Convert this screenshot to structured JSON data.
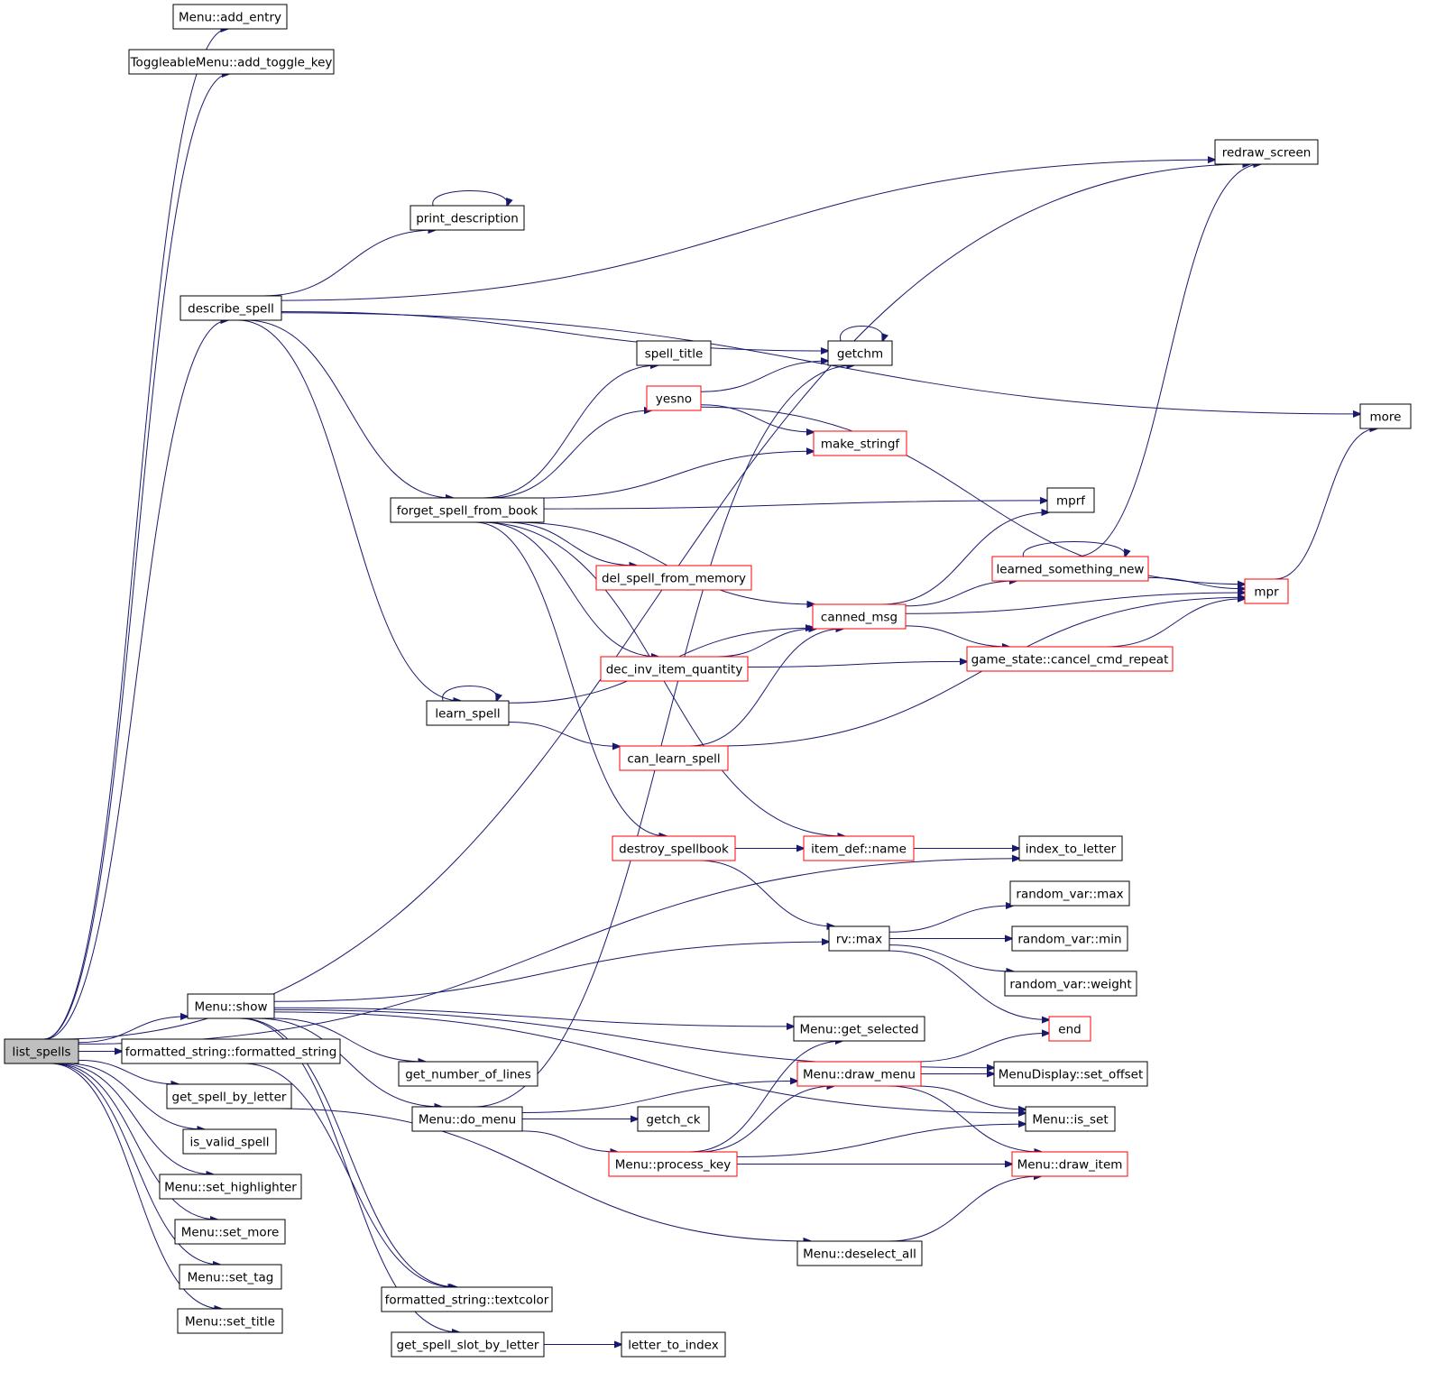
{
  "colors": {
    "edge": "#191970",
    "normal_border": "#000000",
    "linked_border": "#ff0000",
    "root_fill": "#bfbfbf",
    "background": "#ffffff"
  },
  "nodes": [
    {
      "id": "list_spells",
      "label": "list_spells",
      "style": "root"
    },
    {
      "id": "add_entry",
      "label": "Menu::add_entry",
      "style": "normal"
    },
    {
      "id": "add_toggle_key",
      "label": "ToggleableMenu::add_toggle_key",
      "style": "normal"
    },
    {
      "id": "redraw_screen",
      "label": "redraw_screen",
      "style": "normal"
    },
    {
      "id": "print_description",
      "label": "print_description",
      "style": "normal"
    },
    {
      "id": "describe_spell",
      "label": "describe_spell",
      "style": "normal"
    },
    {
      "id": "spell_title",
      "label": "spell_title",
      "style": "normal"
    },
    {
      "id": "getchm",
      "label": "getchm",
      "style": "normal"
    },
    {
      "id": "yesno",
      "label": "yesno",
      "style": "linked"
    },
    {
      "id": "more",
      "label": "more",
      "style": "normal"
    },
    {
      "id": "make_stringf",
      "label": "make_stringf",
      "style": "linked"
    },
    {
      "id": "forget_spell_from_book",
      "label": "forget_spell_from_book",
      "style": "normal"
    },
    {
      "id": "mprf",
      "label": "mprf",
      "style": "normal"
    },
    {
      "id": "del_spell_from_memory",
      "label": "del_spell_from_memory",
      "style": "linked"
    },
    {
      "id": "learned_something_new",
      "label": "learned_something_new",
      "style": "linked"
    },
    {
      "id": "mpr",
      "label": "mpr",
      "style": "linked"
    },
    {
      "id": "canned_msg",
      "label": "canned_msg",
      "style": "linked"
    },
    {
      "id": "dec_inv_item_quantity",
      "label": "dec_inv_item_quantity",
      "style": "linked"
    },
    {
      "id": "cancel_cmd_repeat",
      "label": "game_state::cancel_cmd_repeat",
      "style": "linked"
    },
    {
      "id": "learn_spell",
      "label": "learn_spell",
      "style": "normal"
    },
    {
      "id": "can_learn_spell",
      "label": "can_learn_spell",
      "style": "linked"
    },
    {
      "id": "destroy_spellbook",
      "label": "destroy_spellbook",
      "style": "linked"
    },
    {
      "id": "item_def_name",
      "label": "item_def::name",
      "style": "linked"
    },
    {
      "id": "index_to_letter",
      "label": "index_to_letter",
      "style": "normal"
    },
    {
      "id": "random_var_max",
      "label": "random_var::max",
      "style": "normal"
    },
    {
      "id": "rv_max",
      "label": "rv::max",
      "style": "normal"
    },
    {
      "id": "random_var_min",
      "label": "random_var::min",
      "style": "normal"
    },
    {
      "id": "random_var_weight",
      "label": "random_var::weight",
      "style": "normal"
    },
    {
      "id": "menu_show",
      "label": "Menu::show",
      "style": "normal"
    },
    {
      "id": "get_selected",
      "label": "Menu::get_selected",
      "style": "normal"
    },
    {
      "id": "end",
      "label": "end",
      "style": "linked"
    },
    {
      "id": "formatted_string_ctor",
      "label": "formatted_string::formatted_string",
      "style": "normal"
    },
    {
      "id": "get_number_of_lines",
      "label": "get_number_of_lines",
      "style": "normal"
    },
    {
      "id": "draw_menu",
      "label": "Menu::draw_menu",
      "style": "linked"
    },
    {
      "id": "set_offset",
      "label": "MenuDisplay::set_offset",
      "style": "normal"
    },
    {
      "id": "get_spell_by_letter",
      "label": "get_spell_by_letter",
      "style": "normal"
    },
    {
      "id": "do_menu",
      "label": "Menu::do_menu",
      "style": "normal"
    },
    {
      "id": "getch_ck",
      "label": "getch_ck",
      "style": "normal"
    },
    {
      "id": "is_set",
      "label": "Menu::is_set",
      "style": "normal"
    },
    {
      "id": "is_valid_spell",
      "label": "is_valid_spell",
      "style": "normal"
    },
    {
      "id": "process_key",
      "label": "Menu::process_key",
      "style": "linked"
    },
    {
      "id": "draw_item",
      "label": "Menu::draw_item",
      "style": "linked"
    },
    {
      "id": "set_highlighter",
      "label": "Menu::set_highlighter",
      "style": "normal"
    },
    {
      "id": "set_more",
      "label": "Menu::set_more",
      "style": "normal"
    },
    {
      "id": "deselect_all",
      "label": "Menu::deselect_all",
      "style": "normal"
    },
    {
      "id": "set_tag",
      "label": "Menu::set_tag",
      "style": "normal"
    },
    {
      "id": "textcolor",
      "label": "formatted_string::textcolor",
      "style": "normal"
    },
    {
      "id": "set_title",
      "label": "Menu::set_title",
      "style": "normal"
    },
    {
      "id": "get_spell_slot_by_letter",
      "label": "get_spell_slot_by_letter",
      "style": "normal"
    },
    {
      "id": "letter_to_index",
      "label": "letter_to_index",
      "style": "normal"
    }
  ],
  "edges": [
    [
      "list_spells",
      "add_entry"
    ],
    [
      "list_spells",
      "add_toggle_key"
    ],
    [
      "list_spells",
      "redraw_screen"
    ],
    [
      "list_spells",
      "describe_spell"
    ],
    [
      "list_spells",
      "index_to_letter"
    ],
    [
      "list_spells",
      "menu_show"
    ],
    [
      "list_spells",
      "formatted_string_ctor"
    ],
    [
      "list_spells",
      "get_spell_by_letter"
    ],
    [
      "list_spells",
      "is_valid_spell"
    ],
    [
      "list_spells",
      "set_highlighter"
    ],
    [
      "list_spells",
      "set_more"
    ],
    [
      "list_spells",
      "set_tag"
    ],
    [
      "list_spells",
      "set_title"
    ],
    [
      "describe_spell",
      "redraw_screen"
    ],
    [
      "describe_spell",
      "print_description"
    ],
    [
      "describe_spell",
      "more"
    ],
    [
      "describe_spell",
      "getchm"
    ],
    [
      "describe_spell",
      "forget_spell_from_book"
    ],
    [
      "describe_spell",
      "learn_spell"
    ],
    [
      "print_description",
      "print_description"
    ],
    [
      "getchm",
      "getchm"
    ],
    [
      "yesno",
      "getchm"
    ],
    [
      "yesno",
      "make_stringf"
    ],
    [
      "yesno",
      "mpr"
    ],
    [
      "forget_spell_from_book",
      "spell_title"
    ],
    [
      "forget_spell_from_book",
      "yesno"
    ],
    [
      "forget_spell_from_book",
      "make_stringf"
    ],
    [
      "forget_spell_from_book",
      "mprf"
    ],
    [
      "forget_spell_from_book",
      "del_spell_from_memory"
    ],
    [
      "forget_spell_from_book",
      "canned_msg"
    ],
    [
      "forget_spell_from_book",
      "dec_inv_item_quantity"
    ],
    [
      "forget_spell_from_book",
      "destroy_spellbook"
    ],
    [
      "forget_spell_from_book",
      "item_def_name"
    ],
    [
      "learned_something_new",
      "learned_something_new"
    ],
    [
      "learned_something_new",
      "redraw_screen"
    ],
    [
      "learned_something_new",
      "mpr"
    ],
    [
      "canned_msg",
      "mprf"
    ],
    [
      "canned_msg",
      "learned_something_new"
    ],
    [
      "canned_msg",
      "mpr"
    ],
    [
      "canned_msg",
      "cancel_cmd_repeat"
    ],
    [
      "cancel_cmd_repeat",
      "mpr"
    ],
    [
      "mpr",
      "more"
    ],
    [
      "dec_inv_item_quantity",
      "canned_msg"
    ],
    [
      "dec_inv_item_quantity",
      "cancel_cmd_repeat"
    ],
    [
      "learn_spell",
      "learn_spell"
    ],
    [
      "learn_spell",
      "canned_msg"
    ],
    [
      "learn_spell",
      "can_learn_spell"
    ],
    [
      "can_learn_spell",
      "canned_msg"
    ],
    [
      "can_learn_spell",
      "mpr"
    ],
    [
      "destroy_spellbook",
      "item_def_name"
    ],
    [
      "destroy_spellbook",
      "rv_max"
    ],
    [
      "item_def_name",
      "index_to_letter"
    ],
    [
      "rv_max",
      "random_var_max"
    ],
    [
      "rv_max",
      "random_var_min"
    ],
    [
      "rv_max",
      "random_var_weight"
    ],
    [
      "rv_max",
      "end"
    ],
    [
      "menu_show",
      "rv_max"
    ],
    [
      "menu_show",
      "get_selected"
    ],
    [
      "menu_show",
      "set_offset"
    ],
    [
      "menu_show",
      "get_number_of_lines"
    ],
    [
      "menu_show",
      "do_menu"
    ],
    [
      "menu_show",
      "is_set"
    ],
    [
      "menu_show",
      "textcolor"
    ],
    [
      "menu_show",
      "get_spell_slot_by_letter"
    ],
    [
      "do_menu",
      "getchm"
    ],
    [
      "do_menu",
      "draw_menu"
    ],
    [
      "do_menu",
      "getch_ck"
    ],
    [
      "do_menu",
      "process_key"
    ],
    [
      "process_key",
      "get_selected"
    ],
    [
      "process_key",
      "draw_menu"
    ],
    [
      "process_key",
      "is_set"
    ],
    [
      "process_key",
      "draw_item"
    ],
    [
      "draw_menu",
      "end"
    ],
    [
      "draw_menu",
      "set_offset"
    ],
    [
      "draw_menu",
      "is_set"
    ],
    [
      "draw_menu",
      "draw_item"
    ],
    [
      "deselect_all",
      "draw_item"
    ],
    [
      "get_spell_by_letter",
      "deselect_all"
    ],
    [
      "formatted_string_ctor",
      "textcolor"
    ],
    [
      "get_spell_slot_by_letter",
      "letter_to_index"
    ]
  ]
}
